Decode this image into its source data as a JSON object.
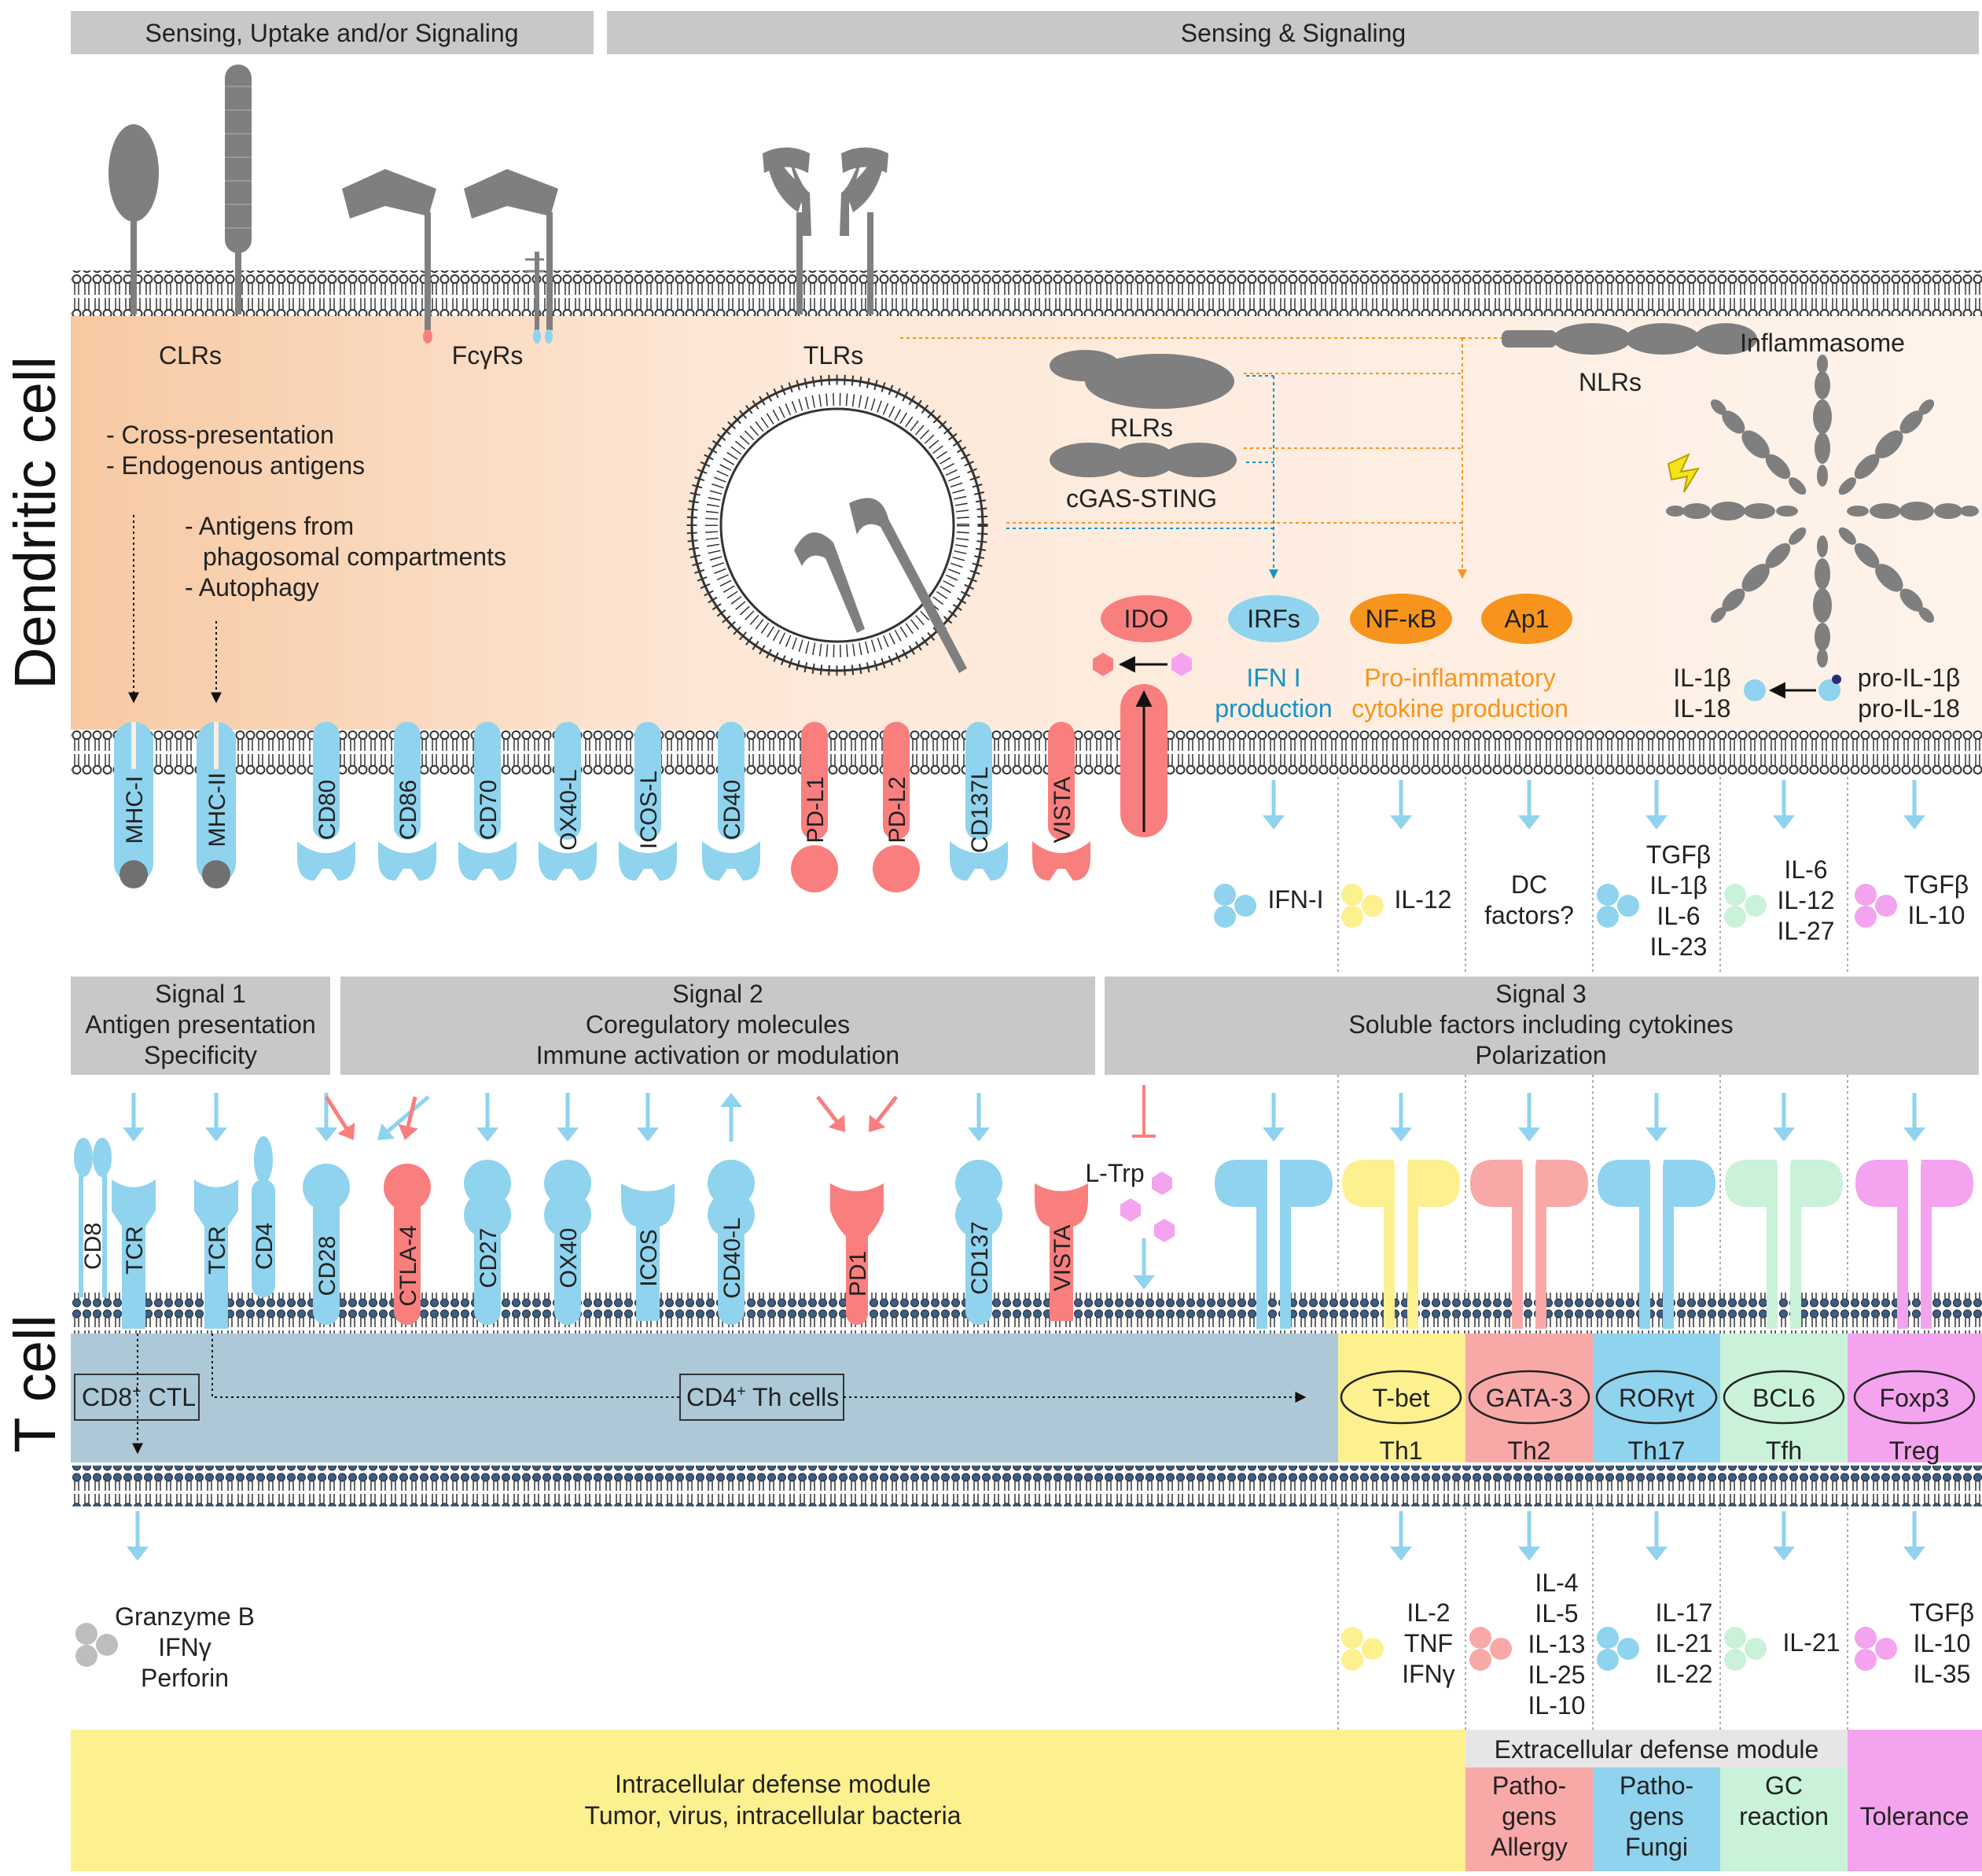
{
  "headers": {
    "sensing_uptake": "Sensing, Uptake and/or Signaling",
    "sensing_signaling": "Sensing & Signaling"
  },
  "side_labels": {
    "dendritic": "Dendritic cell",
    "tcell": "T cell"
  },
  "dc_receptors": {
    "clrs": "CLRs",
    "fcyrs": "FcγRs",
    "tlrs": "TLRs",
    "rlrs": "RLRs",
    "cgas": "cGAS-STING",
    "nlrs": "NLRs",
    "inflammasome": "Inflammasome"
  },
  "antigen_notes": {
    "line1": "- Cross-presentation",
    "line2": "- Endogenous antigens",
    "line3": "- Antigens from",
    "line4": "phagosomal compartments",
    "line5": "- Autophagy"
  },
  "transcription": {
    "ido": "IDO",
    "irfs": "IRFs",
    "nfkb": "NF-κB",
    "ap1": "Ap1",
    "ifn_prod_1": "IFN I",
    "ifn_prod_2": "production",
    "proinf_1": "Pro-inflammatory",
    "proinf_2": "cytokine production",
    "il1b": "IL-1β",
    "il18": "IL-18",
    "proil1b": "pro-IL-1β",
    "proil18": "pro-IL-18"
  },
  "dc_surface": [
    "MHC-I",
    "MHC-II",
    "CD80",
    "CD86",
    "CD70",
    "OX40-L",
    "ICOS-L",
    "CD40",
    "PD-L1",
    "PD-L2",
    "CD137L",
    "VISTA"
  ],
  "dc_cytokines": {
    "c1": [
      "IFN-I"
    ],
    "c2": [
      "IL-12"
    ],
    "c3": [
      "DC",
      "factors?"
    ],
    "c4": [
      "TGFβ",
      "IL-1β",
      "IL-6",
      "IL-23"
    ],
    "c5": [
      "IL-6",
      "IL-12",
      "IL-27"
    ],
    "c6": [
      "TGFβ",
      "IL-10"
    ]
  },
  "signals": {
    "s1": [
      "Signal 1",
      "Antigen presentation",
      "Specificity"
    ],
    "s2": [
      "Signal 2",
      "Coregulatory molecules",
      "Immune activation or modulation"
    ],
    "s3": [
      "Signal 3",
      "Soluble factors including cytokines",
      "Polarization"
    ]
  },
  "t_surface": [
    "CD8",
    "TCR",
    "TCR",
    "CD4",
    "CD28",
    "CTLA-4",
    "CD27",
    "OX40",
    "ICOS",
    "CD40-L",
    "PD1",
    "CD137",
    "VISTA"
  ],
  "ltrp": "L-Trp",
  "tcell_boxes": {
    "ctl_main": "CD8",
    "ctl_sup": "+",
    "ctl_rest": " CTL",
    "th_main": "CD4",
    "th_sup": "+",
    "th_rest": " Th cells"
  },
  "subsets": [
    {
      "tf": "T-bet",
      "name": "Th1",
      "color": "#fdf08f"
    },
    {
      "tf": "GATA-3",
      "name": "Th2",
      "color": "#f9a8a8"
    },
    {
      "tf": "RORγt",
      "name": "Th17",
      "color": "#8fd3ee"
    },
    {
      "tf": "BCL6",
      "name": "Tfh",
      "color": "#c9f2d9"
    },
    {
      "tf": "Foxp3",
      "name": "Treg",
      "color": "#f4a3ee"
    }
  ],
  "t_outputs": {
    "ctl": [
      "Granzyme B",
      "IFNγ",
      "Perforin"
    ],
    "th1": [
      "IL-2",
      "TNF",
      "IFNγ"
    ],
    "th2": [
      "IL-4",
      "IL-5",
      "IL-13",
      "IL-25",
      "IL-10"
    ],
    "th17": [
      "IL-17",
      "IL-21",
      "IL-22"
    ],
    "tfh": [
      "IL-21"
    ],
    "treg": [
      "TGFβ",
      "IL-10",
      "IL-35"
    ]
  },
  "modules": {
    "intracellular_1": "Intracellular defense module",
    "intracellular_2": "Tumor, virus, intracellular bacteria",
    "extracellular": "Extracellular defense module",
    "th2_box": [
      "Patho-",
      "gens",
      "Allergy"
    ],
    "th17_box": [
      "Patho-",
      "gens",
      "Fungi"
    ],
    "tfh_box": [
      "GC",
      "reaction"
    ],
    "treg_box": "Tolerance"
  },
  "colors": {
    "blue": "#8fd3ee",
    "red": "#f97f7f",
    "gray": "#7f7f7f",
    "header_gray": "#c8c8c8",
    "orange": "#f7941d",
    "teal": "#1592c4",
    "tcell_bg": "#adc9d8",
    "module_yellow": "#fdf08f"
  }
}
